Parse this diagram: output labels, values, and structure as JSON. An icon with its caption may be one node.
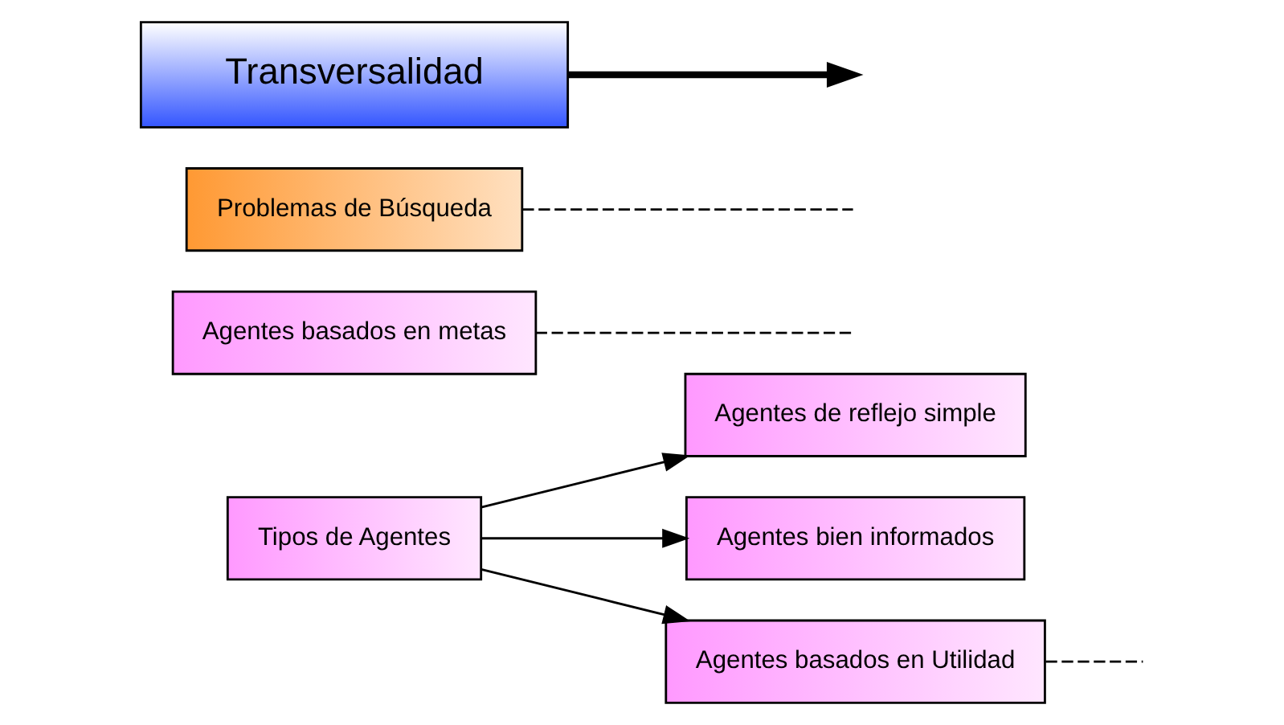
{
  "diagram": {
    "nodes": [
      {
        "text": [
          "Tipos de Agentes"
        ]
      },
      {
        "text": [
          "Agentes de reflejo simple"
        ]
      },
      {
        "text": [
          "Agentes bien informados"
        ]
      },
      {
        "text": [
          "Agentes basados en metas"
        ]
      },
      {
        "text": [
          "Agentes basados en Utilidad"
        ]
      },
      {
        "text": [
          "Problemas de Búsqueda"
        ]
      },
      {
        "text": [
          "Transversalidad"
        ]
      }
    ],
    "edges": [
      {
        "from": 0,
        "to": 1,
        "arrow": "to"
      },
      {
        "from": 0,
        "to": 2,
        "arrow": "to"
      },
      {
        "from": 0,
        "to": 4,
        "arrow": "to"
      },
      {
        "from": 3,
        "to": null,
        "arrow": "none",
        "style": "dashed"
      },
      {
        "from": 4,
        "to": null,
        "arrow": "none",
        "style": "dashed"
      },
      {
        "from": 5,
        "to": null,
        "arrow": "none",
        "style": "dashed"
      },
      {
        "from": 6,
        "to": null,
        "arrow": "to",
        "style": "thick"
      }
    ]
  }
}
